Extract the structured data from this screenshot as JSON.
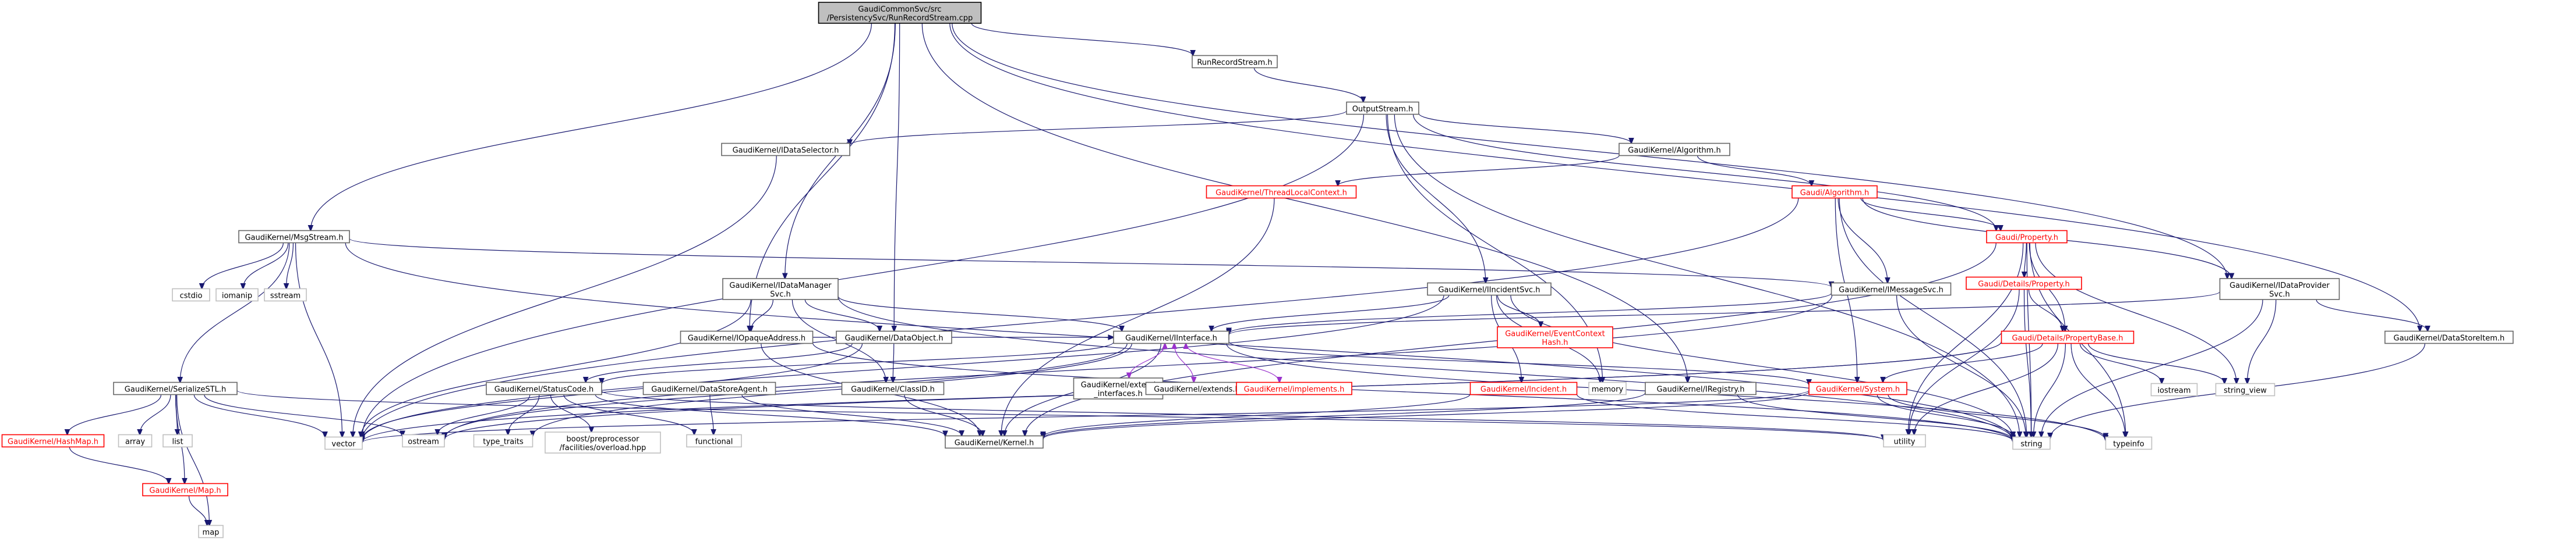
{
  "diagram": {
    "nodes": [
      {
        "id": "root",
        "label": [
          "GaudiCommonSvc/src",
          "/PersistencySvc/RunRecordStream.cpp"
        ],
        "style": "root"
      },
      {
        "id": "runrec",
        "label": [
          "RunRecordStream.h"
        ]
      },
      {
        "id": "outstream",
        "label": [
          "OutputStream.h"
        ]
      },
      {
        "id": "idatasel",
        "label": [
          "GaudiKernel/IDataSelector.h"
        ]
      },
      {
        "id": "galgorithm",
        "label": [
          "GaudiKernel/Algorithm.h"
        ]
      },
      {
        "id": "tlc",
        "label": [
          "GaudiKernel/ThreadLocalContext.h"
        ],
        "style": "red"
      },
      {
        "id": "gaudialg",
        "label": [
          "Gaudi/Algorithm.h"
        ],
        "style": "red"
      },
      {
        "id": "msgstream",
        "label": [
          "GaudiKernel/MsgStream.h"
        ]
      },
      {
        "id": "gprop",
        "label": [
          "Gaudi/Property.h"
        ],
        "style": "red"
      },
      {
        "id": "idms",
        "label": [
          "GaudiKernel/IDataManager",
          "Svc.h"
        ]
      },
      {
        "id": "iincsvc",
        "label": [
          "GaudiKernel/IIncidentSvc.h"
        ]
      },
      {
        "id": "imsgsvc",
        "label": [
          "GaudiKernel/IMessageSvc.h"
        ]
      },
      {
        "id": "idps",
        "label": [
          "GaudiKernel/IDataProvider",
          "Svc.h"
        ]
      },
      {
        "id": "detprop",
        "label": [
          "Gaudi/Details/Property.h"
        ],
        "style": "red"
      },
      {
        "id": "iopaque",
        "label": [
          "GaudiKernel/IOpaqueAddress.h"
        ]
      },
      {
        "id": "dataobj",
        "label": [
          "GaudiKernel/DataObject.h"
        ]
      },
      {
        "id": "iinterface",
        "label": [
          "GaudiKernel/IInterface.h"
        ]
      },
      {
        "id": "evctxhash",
        "label": [
          "GaudiKernel/EventContext",
          "Hash.h"
        ],
        "style": "red"
      },
      {
        "id": "propbase",
        "label": [
          "Gaudi/Details/PropertyBase.h"
        ],
        "style": "red"
      },
      {
        "id": "datastoreitem",
        "label": [
          "GaudiKernel/DataStoreItem.h"
        ]
      },
      {
        "id": "serstl",
        "label": [
          "GaudiKernel/SerializeSTL.h"
        ]
      },
      {
        "id": "statuscode",
        "label": [
          "GaudiKernel/StatusCode.h"
        ]
      },
      {
        "id": "dsagent",
        "label": [
          "GaudiKernel/DataStoreAgent.h"
        ]
      },
      {
        "id": "classid",
        "label": [
          "GaudiKernel/ClassID.h"
        ]
      },
      {
        "id": "extendif",
        "label": [
          "GaudiKernel/extend",
          "_interfaces.h"
        ]
      },
      {
        "id": "extends",
        "label": [
          "GaudiKernel/extends.h"
        ]
      },
      {
        "id": "implements",
        "label": [
          "GaudiKernel/implements.h"
        ],
        "style": "red"
      },
      {
        "id": "incident",
        "label": [
          "GaudiKernel/Incident.h"
        ],
        "style": "red"
      },
      {
        "id": "iregistry",
        "label": [
          "GaudiKernel/IRegistry.h"
        ]
      },
      {
        "id": "gsystem",
        "label": [
          "GaudiKernel/System.h"
        ],
        "style": "red"
      },
      {
        "id": "hashmap",
        "label": [
          "GaudiKernel/HashMap.h"
        ],
        "style": "red"
      },
      {
        "id": "gmap",
        "label": [
          "GaudiKernel/Map.h"
        ],
        "style": "red"
      },
      {
        "id": "kernel",
        "label": [
          "GaudiKernel/Kernel.h"
        ]
      },
      {
        "id": "cstdio",
        "label": [
          "cstdio"
        ],
        "style": "gray"
      },
      {
        "id": "iomanip",
        "label": [
          "iomanip"
        ],
        "style": "gray"
      },
      {
        "id": "sstream",
        "label": [
          "sstream"
        ],
        "style": "gray"
      },
      {
        "id": "array",
        "label": [
          "array"
        ],
        "style": "gray"
      },
      {
        "id": "list",
        "label": [
          "list"
        ],
        "style": "gray"
      },
      {
        "id": "vector",
        "label": [
          "vector"
        ],
        "style": "gray"
      },
      {
        "id": "ostream",
        "label": [
          "ostream"
        ],
        "style": "gray"
      },
      {
        "id": "typetraits",
        "label": [
          "type_traits"
        ],
        "style": "gray"
      },
      {
        "id": "boostpp",
        "label": [
          "boost/preprocessor",
          "/facilities/overload.hpp"
        ],
        "style": "gray"
      },
      {
        "id": "functional",
        "label": [
          "functional"
        ],
        "style": "gray"
      },
      {
        "id": "memory",
        "label": [
          "memory"
        ],
        "style": "gray"
      },
      {
        "id": "utility",
        "label": [
          "utility"
        ],
        "style": "gray"
      },
      {
        "id": "string",
        "label": [
          "string"
        ],
        "style": "gray"
      },
      {
        "id": "typeinfo",
        "label": [
          "typeinfo"
        ],
        "style": "gray"
      },
      {
        "id": "iostream",
        "label": [
          "iostream"
        ],
        "style": "gray"
      },
      {
        "id": "stringview",
        "label": [
          "string_view"
        ],
        "style": "gray"
      },
      {
        "id": "map",
        "label": [
          "map"
        ],
        "style": "gray"
      }
    ],
    "edges": [
      [
        "root",
        "runrec"
      ],
      [
        "root",
        "msgstream"
      ],
      [
        "root",
        "idms"
      ],
      [
        "root",
        "iopaque"
      ],
      [
        "root",
        "dataobj"
      ],
      [
        "root",
        "iregistry"
      ],
      [
        "root",
        "idps"
      ],
      [
        "root",
        "datastoreitem"
      ],
      [
        "runrec",
        "outstream"
      ],
      [
        "outstream",
        "idatasel"
      ],
      [
        "outstream",
        "galgorithm"
      ],
      [
        "outstream",
        "iincsvc"
      ],
      [
        "outstream",
        "gprop"
      ],
      [
        "outstream",
        "vector"
      ],
      [
        "outstream",
        "memory"
      ],
      [
        "outstream",
        "string"
      ],
      [
        "idatasel",
        "vector"
      ],
      [
        "galgorithm",
        "tlc"
      ],
      [
        "galgorithm",
        "gaudialg"
      ],
      [
        "tlc",
        "kernel"
      ],
      [
        "gaudialg",
        "gprop"
      ],
      [
        "gaudialg",
        "imsgsvc"
      ],
      [
        "gaudialg",
        "idps"
      ],
      [
        "gaudialg",
        "gsystem"
      ],
      [
        "gaudialg",
        "vector"
      ],
      [
        "gaudialg",
        "string"
      ],
      [
        "msgstream",
        "serstl"
      ],
      [
        "msgstream",
        "imsgsvc"
      ],
      [
        "msgstream",
        "cstdio"
      ],
      [
        "msgstream",
        "iomanip"
      ],
      [
        "msgstream",
        "sstream"
      ],
      [
        "msgstream",
        "vector"
      ],
      [
        "msgstream",
        "string"
      ],
      [
        "gprop",
        "detprop"
      ],
      [
        "gprop",
        "propbase"
      ],
      [
        "gprop",
        "kernel"
      ],
      [
        "gprop",
        "utility"
      ],
      [
        "gprop",
        "string"
      ],
      [
        "gprop",
        "typeinfo"
      ],
      [
        "gprop",
        "stringview"
      ],
      [
        "detprop",
        "propbase"
      ],
      [
        "detprop",
        "utility"
      ],
      [
        "detprop",
        "string"
      ],
      [
        "propbase",
        "gsystem"
      ],
      [
        "propbase",
        "iostream"
      ],
      [
        "propbase",
        "stringview"
      ],
      [
        "propbase",
        "string"
      ],
      [
        "propbase",
        "typeinfo"
      ],
      [
        "propbase",
        "utility"
      ],
      [
        "propbase",
        "ostream"
      ],
      [
        "propbase",
        "vector"
      ],
      [
        "idms",
        "iopaque"
      ],
      [
        "idms",
        "dataobj"
      ],
      [
        "idms",
        "classid"
      ],
      [
        "idms",
        "iinterface"
      ],
      [
        "idms",
        "string"
      ],
      [
        "idms",
        "vector"
      ],
      [
        "iincsvc",
        "iinterface"
      ],
      [
        "iincsvc",
        "evctxhash"
      ],
      [
        "iincsvc",
        "incident"
      ],
      [
        "iincsvc",
        "vector"
      ],
      [
        "iincsvc",
        "memory"
      ],
      [
        "iincsvc",
        "string"
      ],
      [
        "imsgsvc",
        "iinterface"
      ],
      [
        "imsgsvc",
        "ostream"
      ],
      [
        "imsgsvc",
        "string"
      ],
      [
        "idps",
        "iinterface"
      ],
      [
        "idps",
        "datastoreitem"
      ],
      [
        "idps",
        "string"
      ],
      [
        "idps",
        "stringview"
      ],
      [
        "iopaque",
        "iinterface"
      ],
      [
        "iopaque",
        "kernel"
      ],
      [
        "iopaque",
        "string"
      ],
      [
        "dataobj",
        "classid"
      ],
      [
        "dataobj",
        "statuscode"
      ],
      [
        "dataobj",
        "vector"
      ],
      [
        "iinterface",
        "statuscode"
      ],
      [
        "iinterface",
        "kernel"
      ],
      [
        "iinterface",
        "gsystem"
      ],
      [
        "iinterface",
        "ostream"
      ],
      [
        "iinterface",
        "typeinfo"
      ],
      [
        "iinterface",
        "typetraits"
      ],
      [
        "extendif",
        "iinterface"
      ],
      [
        "extends",
        "iinterface"
      ],
      [
        "implements",
        "iinterface"
      ],
      [
        "serstl",
        "hashmap"
      ],
      [
        "serstl",
        "gmap"
      ],
      [
        "serstl",
        "array"
      ],
      [
        "serstl",
        "list"
      ],
      [
        "serstl",
        "vector"
      ],
      [
        "serstl",
        "ostream"
      ],
      [
        "serstl",
        "map"
      ],
      [
        "serstl",
        "utility"
      ],
      [
        "hashmap",
        "gmap"
      ],
      [
        "gmap",
        "map"
      ],
      [
        "statuscode",
        "kernel"
      ],
      [
        "statuscode",
        "ostream"
      ],
      [
        "statuscode",
        "typetraits"
      ],
      [
        "statuscode",
        "boostpp"
      ],
      [
        "statuscode",
        "functional"
      ],
      [
        "statuscode",
        "utility"
      ],
      [
        "dsagent",
        "kernel"
      ],
      [
        "dsagent",
        "functional"
      ],
      [
        "classid",
        "kernel"
      ],
      [
        "incident",
        "kernel"
      ],
      [
        "incident",
        "string"
      ],
      [
        "iregistry",
        "kernel"
      ],
      [
        "iregistry",
        "string"
      ],
      [
        "gsystem",
        "kernel"
      ],
      [
        "gsystem",
        "string"
      ],
      [
        "gsystem",
        "typeinfo"
      ],
      [
        "gsystem",
        "vector"
      ],
      [
        "datastoreitem",
        "string"
      ]
    ]
  }
}
